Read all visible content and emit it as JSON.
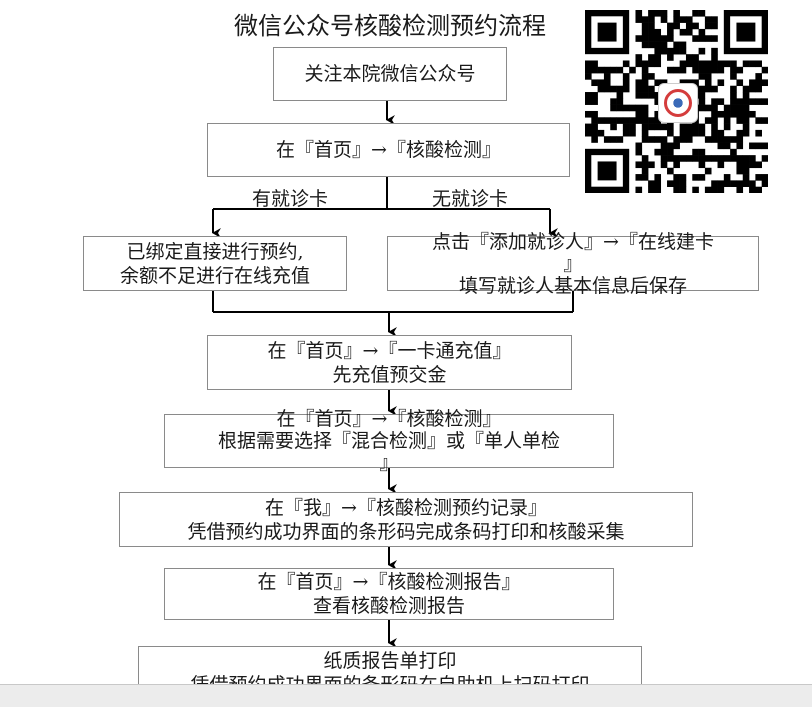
{
  "title": "微信公众号核酸检测预约流程",
  "steps": {
    "follow": "关注本院微信公众号",
    "home_nucleic": "在『首页』→『核酸检测』",
    "bound": [
      "已绑定直接进行预约,",
      "余额不足进行在线充值"
    ],
    "add_patient": [
      "点击『添加就诊人』→『在线建卡",
      "』",
      "填写就诊人基本信息后保存"
    ],
    "recharge": [
      "在『首页』→『一卡通充值』",
      "先充值预交金"
    ],
    "select_test": [
      "在『首页』→『核酸检测』",
      "根据需要选择『混合检测』或『单人单检",
      "』"
    ],
    "record": [
      "在『我』→『核酸检测预约记录』",
      "凭借预约成功界面的条形码完成条码打印和核酸采集"
    ],
    "report": [
      "在『首页』→『核酸检测报告』",
      "查看核酸检测报告"
    ],
    "print": [
      "纸质报告单打印",
      "凭借预约成功界面的条形码在自助机上扫码打印"
    ]
  },
  "branches": {
    "has_card": "有就诊卡",
    "no_card": "无就诊卡"
  },
  "qr_logo": "hospital-logo-icon"
}
